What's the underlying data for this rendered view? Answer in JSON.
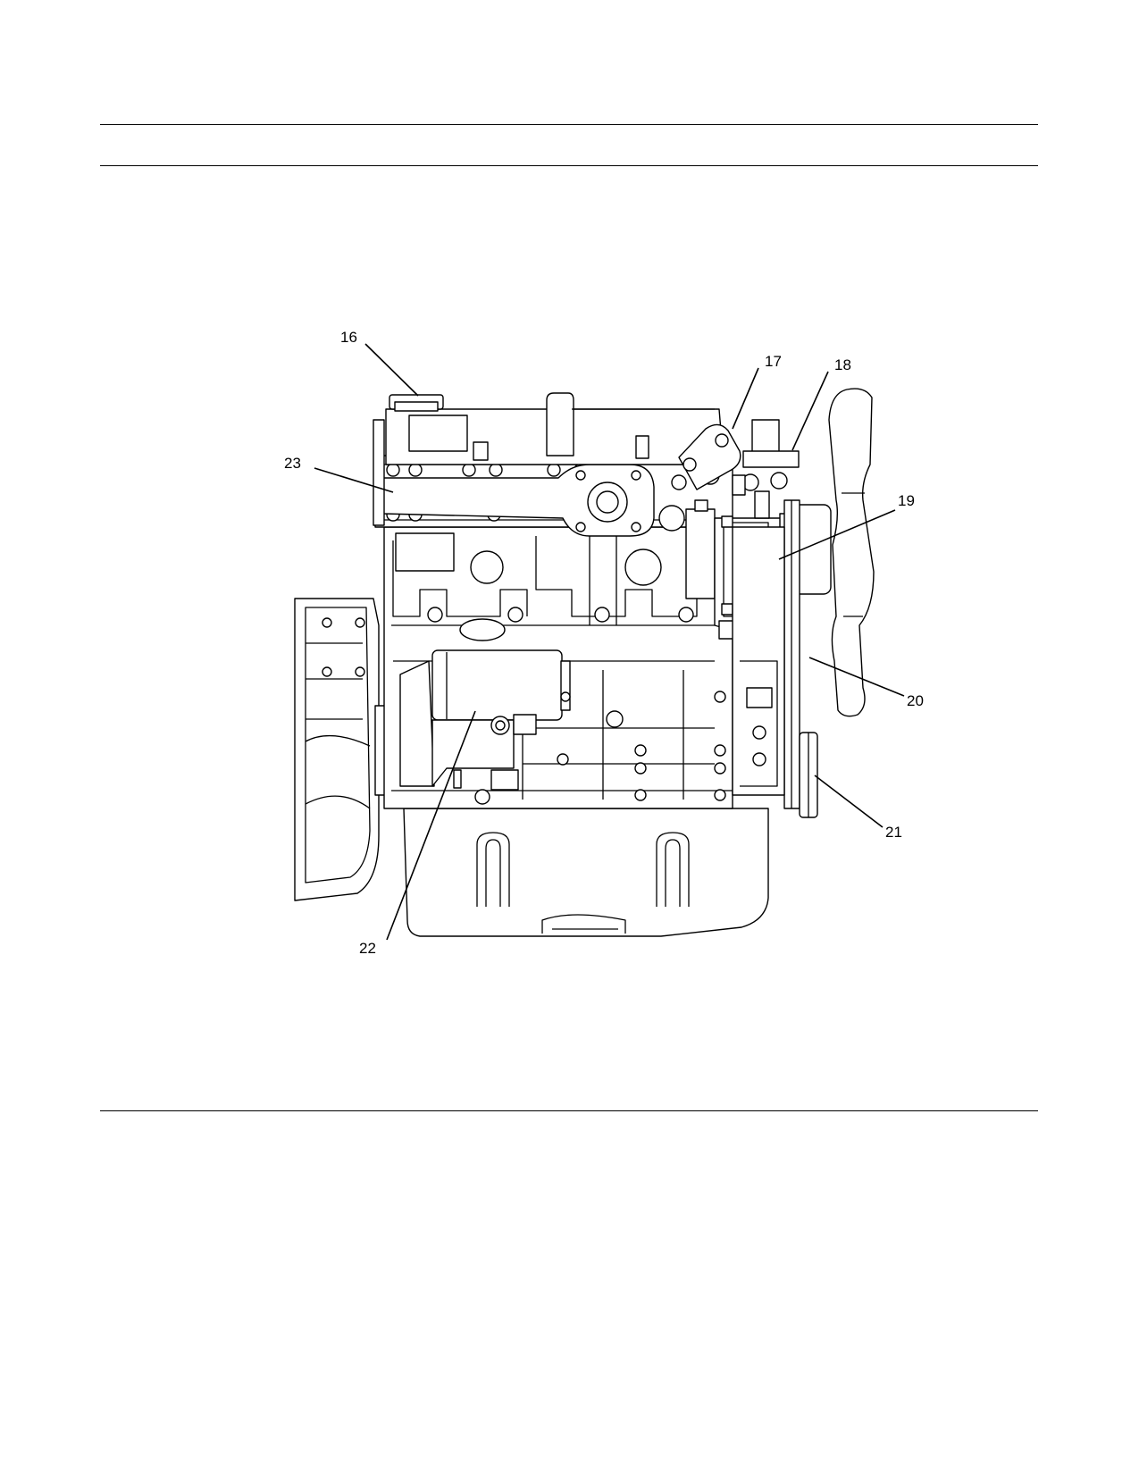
{
  "figure": {
    "callouts": [
      {
        "id": "16",
        "label": "16"
      },
      {
        "id": "17",
        "label": "17"
      },
      {
        "id": "18",
        "label": "18"
      },
      {
        "id": "19",
        "label": "19"
      },
      {
        "id": "20",
        "label": "20"
      },
      {
        "id": "21",
        "label": "21"
      },
      {
        "id": "22",
        "label": "22"
      },
      {
        "id": "23",
        "label": "23"
      }
    ]
  }
}
